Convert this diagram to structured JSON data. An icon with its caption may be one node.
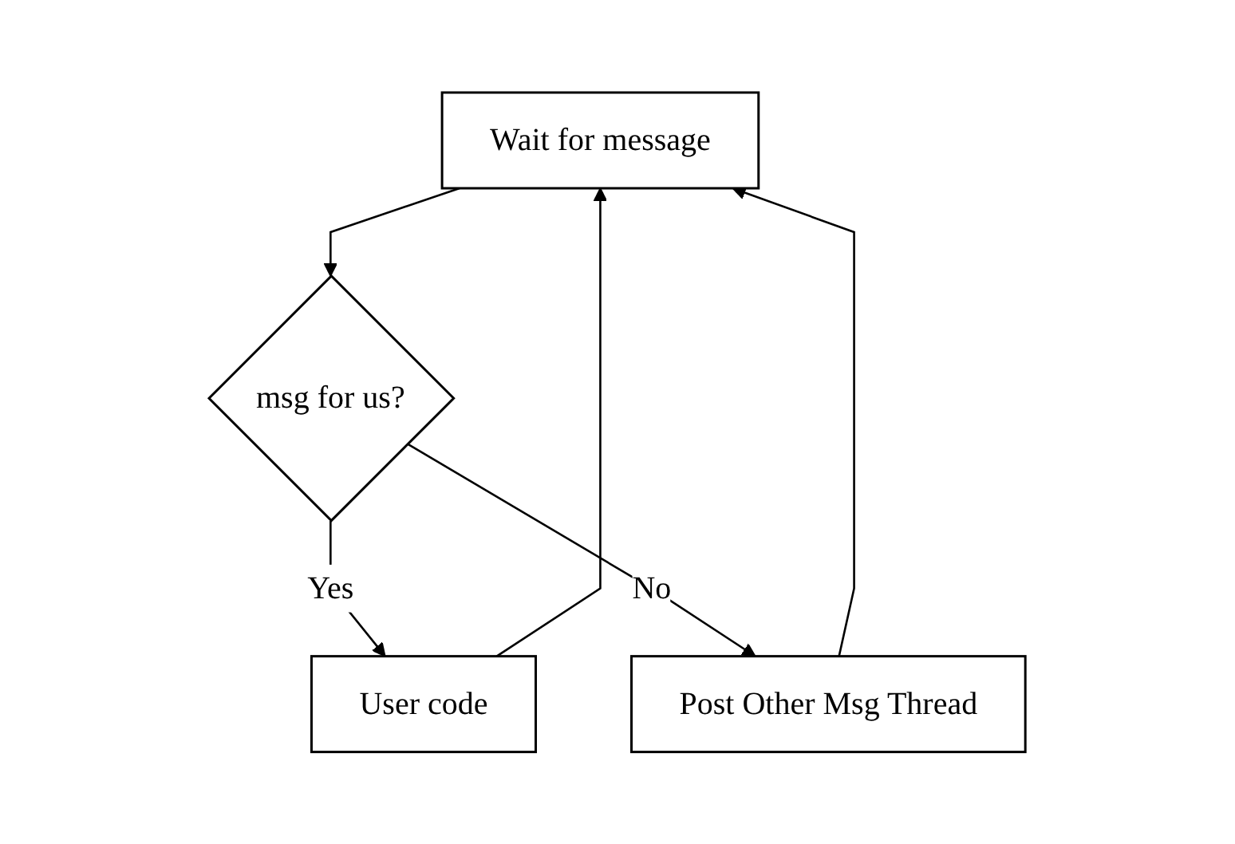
{
  "diagram": {
    "nodes": [
      {
        "text": [
          "Wait for message"
        ]
      },
      {
        "text": [
          "msg for us?"
        ]
      },
      {
        "text": [
          "User code"
        ]
      },
      {
        "text": [
          "Post Other Msg Thread"
        ]
      }
    ],
    "edges": [
      {
        "from": 0,
        "to": 1,
        "arrow": "to"
      },
      {
        "from": 1,
        "to": 2,
        "label": "Yes",
        "arrow": "to"
      },
      {
        "from": 1,
        "to": 3,
        "label": "No",
        "arrow": "to"
      },
      {
        "from": 2,
        "to": 0,
        "arrow": "to"
      },
      {
        "from": 3,
        "to": 0,
        "arrow": "to"
      }
    ]
  }
}
